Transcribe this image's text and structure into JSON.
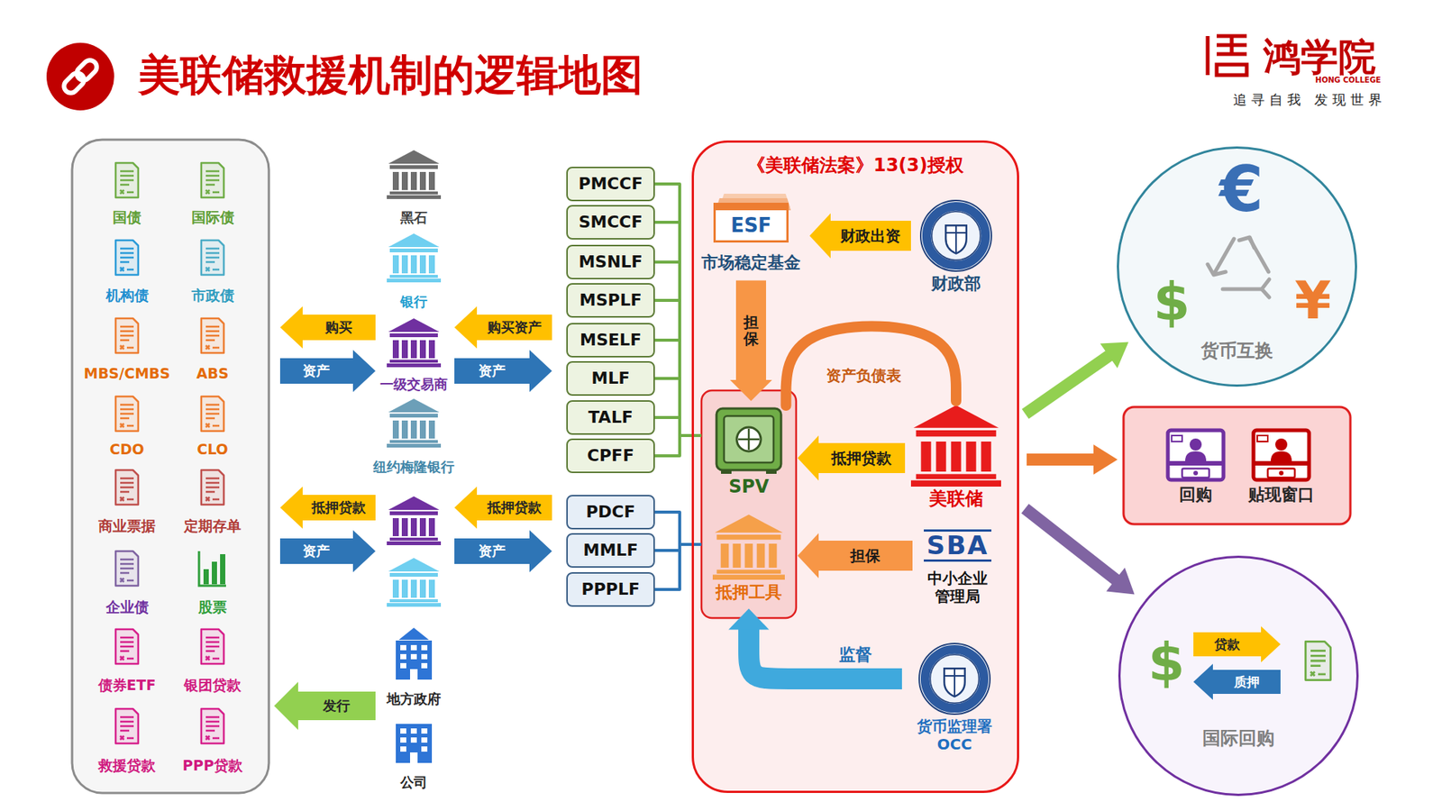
{
  "diagram": {
    "title": "美联储救援机制的逻辑地图",
    "nodes": [
      {
        "text": [
          "PMCCF"
        ]
      },
      {
        "text": [
          "SMCCF"
        ]
      },
      {
        "text": [
          "MSNLF"
        ]
      },
      {
        "text": [
          "MSPLF"
        ]
      },
      {
        "text": [
          "MSELF"
        ]
      },
      {
        "text": [
          "MLF"
        ]
      },
      {
        "text": [
          "TALF"
        ]
      },
      {
        "text": [
          "CPFF"
        ]
      },
      {
        "text": [
          "PDCF"
        ]
      },
      {
        "text": [
          "MMLF"
        ]
      },
      {
        "text": [
          "PPPLF"
        ]
      },
      {
        "text": [
          "《美联储法案》13(3)授权"
        ]
      },
      {
        "text": [
          "ESF",
          "市场稳定基金"
        ],
        "in": 11
      },
      {
        "text": [
          "财政部"
        ],
        "in": 11
      },
      {
        "text": [
          "SPV"
        ],
        "in": 11
      },
      {
        "text": [
          "美联储"
        ],
        "in": 11
      },
      {
        "text": [
          "抵押工具"
        ],
        "in": 11
      },
      {
        "text": [
          "SBA",
          "中小企业 管理局"
        ],
        "in": 11
      },
      {
        "text": [
          "货币监理署 OCC"
        ],
        "in": 11
      },
      {
        "text": [
          "货币互换"
        ]
      },
      {
        "text": [
          "回购"
        ]
      },
      {
        "text": [
          "贴现窗口"
        ]
      },
      {
        "text": [
          "国际回购"
        ]
      }
    ],
    "edges": [
      {
        "from": 0,
        "to": 14,
        "arrow": "none"
      },
      {
        "from": 1,
        "to": 14,
        "arrow": "none"
      },
      {
        "from": 2,
        "to": 14,
        "arrow": "none"
      },
      {
        "from": 3,
        "to": 14,
        "arrow": "none"
      },
      {
        "from": 4,
        "to": 14,
        "arrow": "none"
      },
      {
        "from": 5,
        "to": 14,
        "arrow": "none"
      },
      {
        "from": 6,
        "to": 14,
        "arrow": "none"
      },
      {
        "from": 7,
        "to": 14,
        "arrow": "none"
      },
      {
        "from": 8,
        "to": 16,
        "arrow": "none"
      },
      {
        "from": 9,
        "to": 16,
        "arrow": "none"
      },
      {
        "from": 10,
        "to": 16,
        "arrow": "none"
      },
      {
        "from": 13,
        "to": 12,
        "label": "财政出资",
        "arrow": "to"
      },
      {
        "from": 12,
        "to": 14,
        "label": "担保",
        "arrow": "to"
      },
      {
        "from": 14,
        "to": 15,
        "label": "资产负债表",
        "arrow": "none"
      },
      {
        "from": 15,
        "to": 14,
        "label": "抵押贷款",
        "arrow": "to"
      },
      {
        "from": 17,
        "to": 16,
        "label": "担保",
        "arrow": "to"
      },
      {
        "from": 18,
        "to": 16,
        "label": "监督",
        "arrow": "to"
      },
      {
        "from": 11,
        "to": 19,
        "arrow": "to"
      },
      {
        "from": 11,
        "to": 20,
        "arrow": "to"
      },
      {
        "from": 11,
        "to": 22,
        "arrow": "to"
      }
    ],
    "labels": [
      "鸿学院",
      "HONG COLLEGE",
      "追寻自我 发现世界",
      "国债",
      "国际债",
      "机构债",
      "市政债",
      "MBS/CMBS",
      "ABS",
      "CDO",
      "CLO",
      "商业票据",
      "定期存单",
      "企业债",
      "股票",
      "债券ETF",
      "银团贷款",
      "救援贷款",
      "PPP贷款",
      "黑石",
      "银行",
      "一级交易商",
      "纽约梅隆银行",
      "地方政府",
      "公司",
      "购买",
      "资产",
      "购买资产",
      "资产",
      "抵押贷款",
      "资产",
      "抵押贷款",
      "资产",
      "发行",
      "€",
      "$",
      "¥",
      "$",
      "贷款",
      "质押"
    ]
  }
}
